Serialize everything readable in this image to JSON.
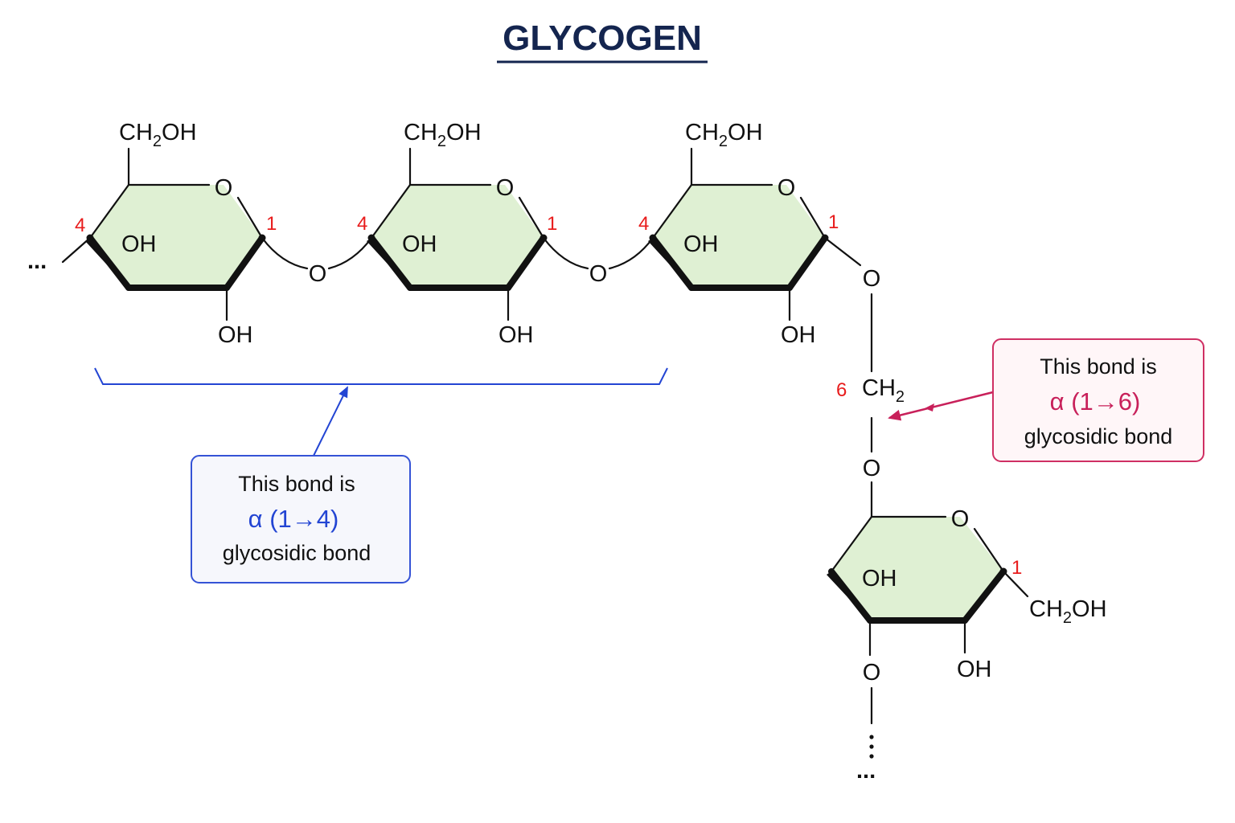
{
  "title": "GLYCOGEN",
  "labels": {
    "ch2oh_prefix": "CH",
    "ch2oh_sub": "2",
    "ch2oh_suffix": "OH",
    "ring_oxygen": "O",
    "hydroxyl": "OH",
    "link_oxygen": "O",
    "ch2_prefix": "CH",
    "ch2_sub": "2",
    "carbon_1": "1",
    "carbon_4": "4",
    "carbon_6": "6",
    "chain_continues": "..."
  },
  "callouts": {
    "alpha14": {
      "line1": "This bond is",
      "line2": "α (1→4)",
      "line3": "glycosidic bond",
      "color": "#2345d3"
    },
    "alpha16": {
      "line1": "This bond is",
      "line2": "α (1→6)",
      "line3": "glycosidic bond",
      "color": "#c8205a"
    }
  },
  "colors": {
    "ring_fill": "#dff0d3",
    "title": "#14254f",
    "carbon_numbers": "#e81c1c"
  }
}
